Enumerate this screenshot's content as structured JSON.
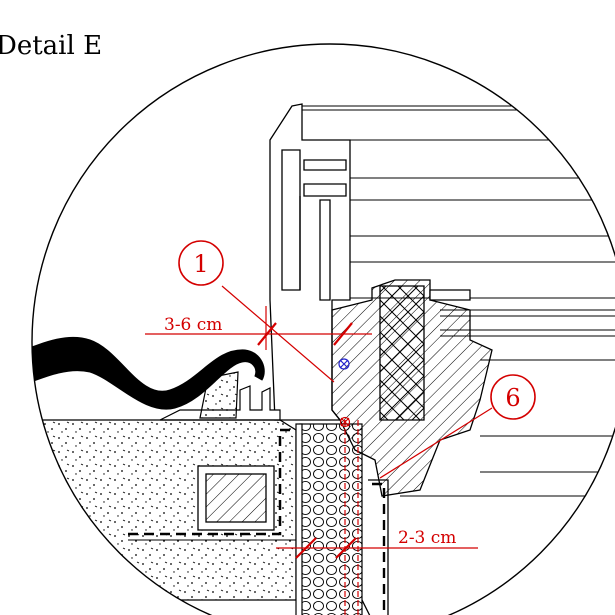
{
  "title": "Detail E",
  "callouts": [
    {
      "id": "1"
    },
    {
      "id": "6"
    }
  ],
  "dimensions": [
    {
      "label": "3-6 cm"
    },
    {
      "label": "2-3 cm"
    }
  ],
  "colors": {
    "annotation": "#d40000",
    "line": "#000000",
    "symbol": "#2222cc"
  }
}
